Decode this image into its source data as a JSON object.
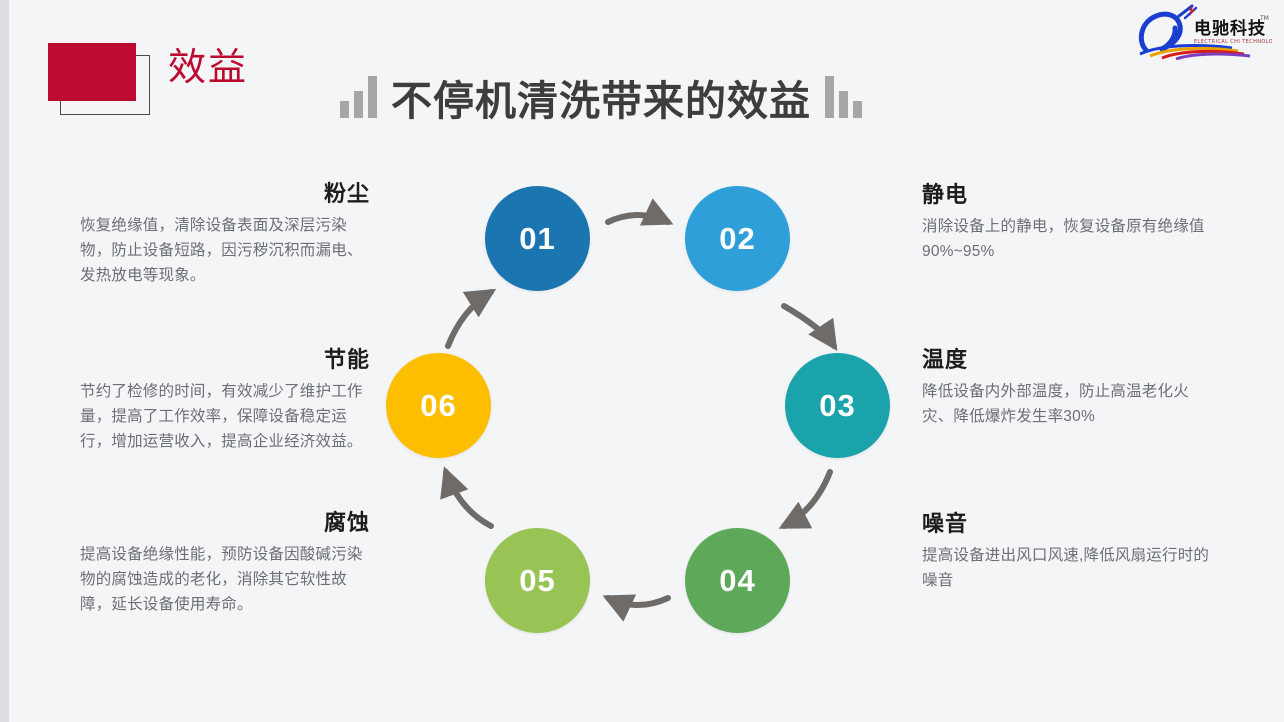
{
  "slide": {
    "tag_label": "效益",
    "title": "不停机清洗带来的效益",
    "accent_color": "#bd0a2f",
    "background_color": "#f4f5f7",
    "title_color": "#3d3d3d",
    "decor_left_icon": "bar-chart-ascending-icon",
    "decor_right_icon": "bar-chart-descending-icon"
  },
  "logo": {
    "company_name_cn": "电驰科技",
    "company_name_en": "ELECTRICAL CHI TECHNOLOGY",
    "trademark": "TM"
  },
  "diagram": {
    "type": "cycle",
    "nodes": [
      {
        "id": "01",
        "number": "01",
        "color": "#1b75b0"
      },
      {
        "id": "02",
        "number": "02",
        "color": "#2f9fda"
      },
      {
        "id": "03",
        "number": "03",
        "color": "#1aa3ab"
      },
      {
        "id": "04",
        "number": "04",
        "color": "#5da859"
      },
      {
        "id": "05",
        "number": "05",
        "color": "#97c455"
      },
      {
        "id": "06",
        "number": "06",
        "color": "#fdbe00"
      }
    ],
    "arrow_color": "#6e6b68"
  },
  "benefits": [
    {
      "key": "dust",
      "title": "粉尘",
      "body": "恢复绝缘值，清除设备表面及深层污染物，防止设备短路，因污秽沉积而漏电、发热放电等现象。",
      "side": "left",
      "node": "01"
    },
    {
      "key": "static",
      "title": "静电",
      "body": "消除设备上的静电，恢复设备原有绝缘值90%~95%",
      "side": "right",
      "node": "02"
    },
    {
      "key": "temperature",
      "title": "温度",
      "body": "降低设备内外部温度，防止高温老化火灾、降低爆炸发生率30%",
      "side": "right",
      "node": "03"
    },
    {
      "key": "noise",
      "title": "噪音",
      "body": "提高设备进出风口风速,降低风扇运行时的噪音",
      "side": "right",
      "node": "04"
    },
    {
      "key": "corrosion",
      "title": "腐蚀",
      "body": "提高设备绝缘性能，预防设备因酸碱污染物的腐蚀造成的老化，消除其它软性故障，延长设备使用寿命。",
      "side": "left",
      "node": "05"
    },
    {
      "key": "energy_saving",
      "title": "节能",
      "body": "节约了检修的时间，有效减少了维护工作量，提高了工作效率，保障设备稳定运行，增加运营收入，提高企业经济效益。",
      "side": "left",
      "node": "06"
    }
  ]
}
